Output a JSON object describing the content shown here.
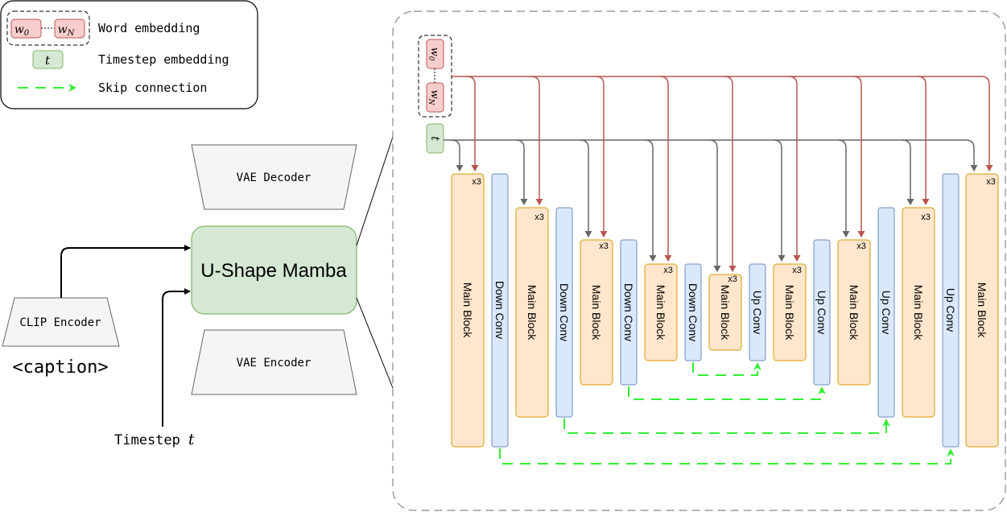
{
  "legend": {
    "word_w0": "w",
    "word_w0_sub": "0",
    "word_wn": "w",
    "word_wn_sub": "N",
    "word_label": "Word embedding",
    "timestep_symbol": "t",
    "timestep_label": "Timestep embedding",
    "skip_label": "Skip connection"
  },
  "left": {
    "vae_decoder": "VAE Decoder",
    "vae_encoder": "VAE Encoder",
    "mamba": "U-Shape Mamba",
    "clip": "CLIP Encoder",
    "caption": "<caption>",
    "timestep_text": "Timestep",
    "timestep_var": "t"
  },
  "unet": {
    "w0": "w",
    "w0_sub": "0",
    "wn": "w",
    "wn_sub": "N",
    "t": "t",
    "repeat": "x3",
    "main_block": "Main Block",
    "down_conv": "Down Conv",
    "up_conv": "Up Conv"
  },
  "colors": {
    "main_fill": "#ffe6cc",
    "main_stroke": "#d79b00",
    "conv_fill": "#dae8fc",
    "conv_stroke": "#6c8ebf",
    "green_fill": "#d5e8d4",
    "green_stroke": "#82b366",
    "word_fill": "#f8cecc",
    "word_stroke": "#b85450",
    "red_arrow": "#b85450",
    "gray_arrow": "#666666",
    "skip": "#33ee33"
  }
}
